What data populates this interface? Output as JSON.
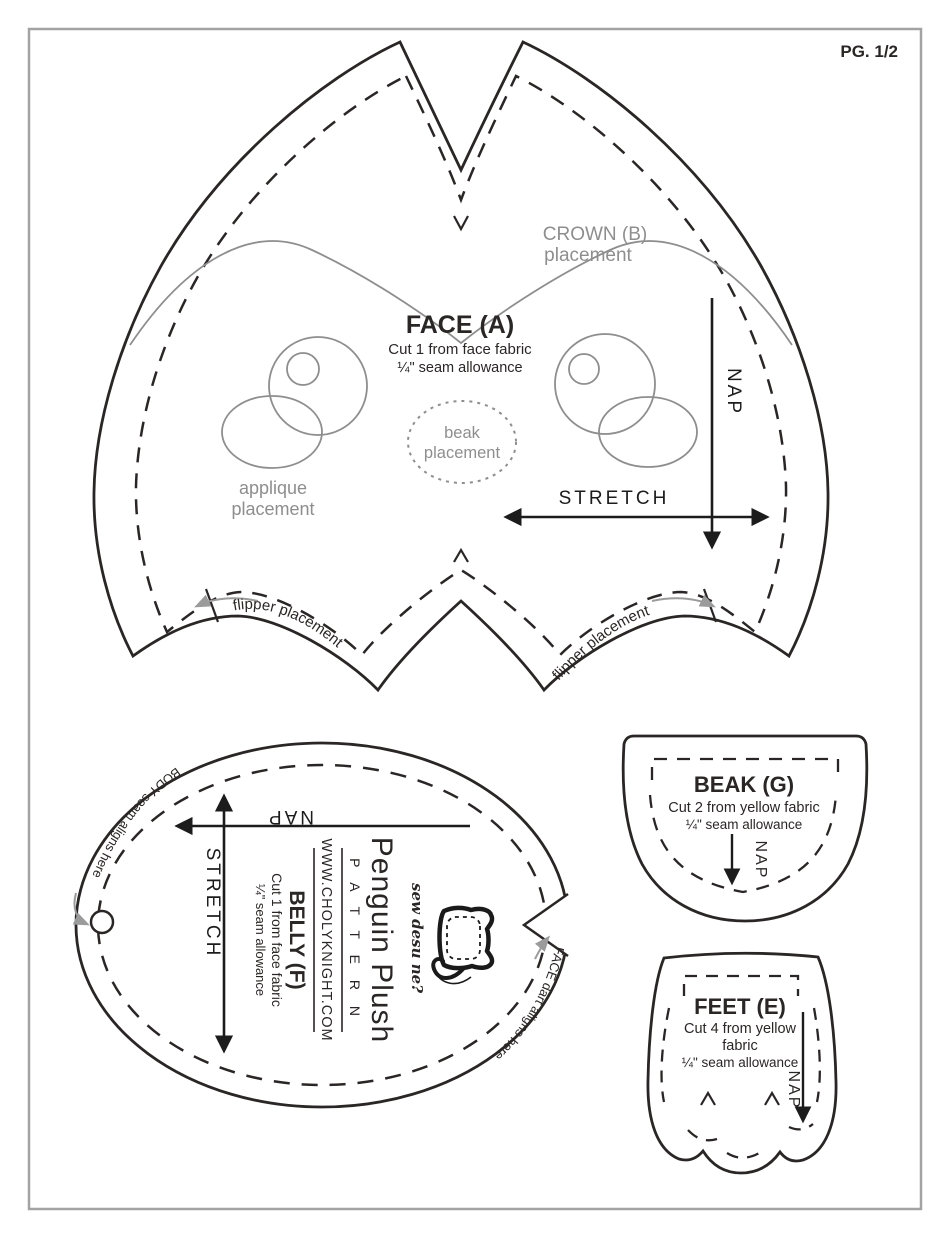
{
  "page": {
    "number_label": "PG. 1/2"
  },
  "colors": {
    "outline": "#2b2626",
    "placement_gray": "#8e8e8e",
    "arrow_gray": "#999999",
    "border_gray": "#a3a3a3"
  },
  "pieces": {
    "face": {
      "title": "FACE (A)",
      "cut": "Cut 1 from face fabric",
      "seam": "¼\" seam allowance",
      "crown_line1": "CROWN (B)",
      "crown_line2": "placement",
      "applique_line1": "applique",
      "applique_line2": "placement",
      "beak_line1": "beak",
      "beak_line2": "placement",
      "flipper_left": "flipper placement",
      "flipper_right": "flipper placement",
      "nap": "NAP",
      "stretch": "STRETCH"
    },
    "belly": {
      "brand_title": "Penguin Plush",
      "brand_sub": "P A T T E R N",
      "brand_url": "WWW.CHOLYKNIGHT.COM",
      "title": "BELLY (F)",
      "cut": "Cut 1 from face fabric",
      "seam": "¼\" seam allowance",
      "logo_text": "sew desu ne?",
      "body_align": "BODY seam aligns here",
      "face_align": "FACE dart aligns here",
      "nap": "NAP",
      "stretch": "STRETCH"
    },
    "beak": {
      "title": "BEAK (G)",
      "cut": "Cut 2 from yellow fabric",
      "seam": "¼\" seam allowance",
      "nap": "NAP"
    },
    "feet": {
      "title": "FEET (E)",
      "cut_line1": "Cut 4 from yellow",
      "cut_line2": "fabric",
      "seam": "¼\" seam allowance",
      "nap": "NAP"
    }
  }
}
